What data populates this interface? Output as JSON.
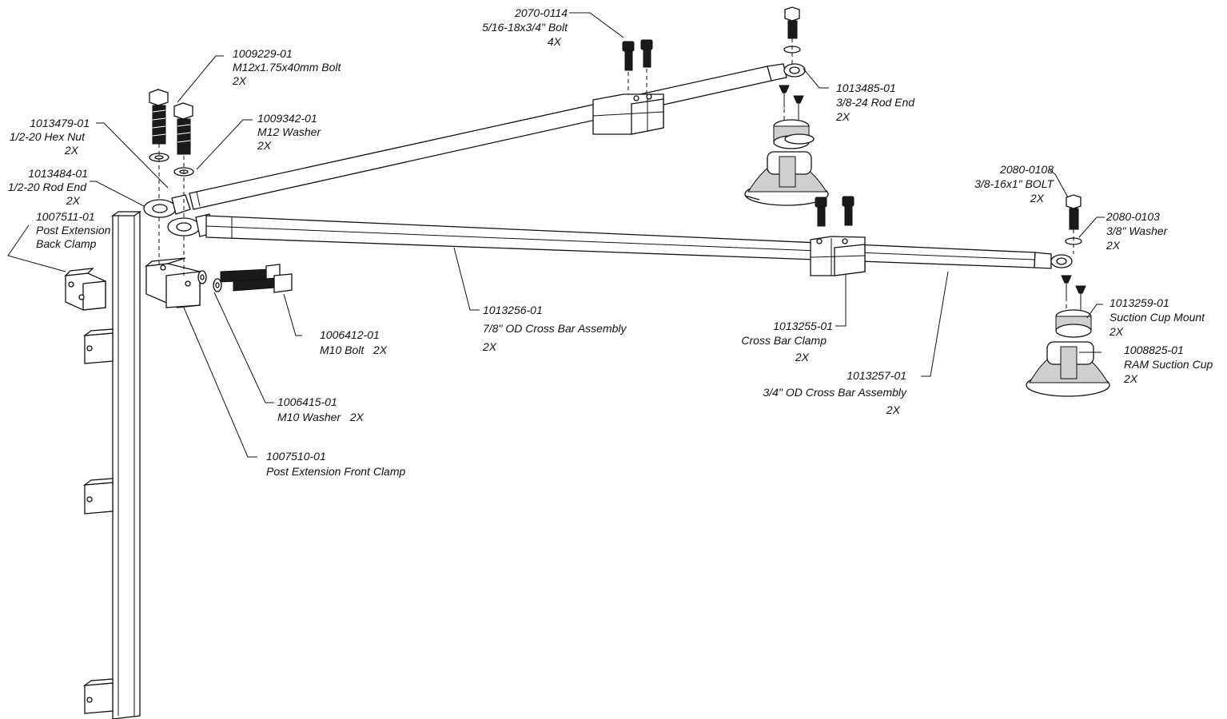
{
  "callouts": [
    {
      "id": "bolt-2070-0114",
      "lines": [
        "2070-0114",
        "5/16-18x3/4\" Bolt",
        "4X"
      ]
    },
    {
      "id": "bolt-1009229-01",
      "lines": [
        "1009229-01",
        "M12x1.75x40mm Bolt",
        "2X"
      ]
    },
    {
      "id": "washer-1009342-01",
      "lines": [
        "1009342-01",
        "M12 Washer",
        "2X"
      ]
    },
    {
      "id": "nut-1013479-01",
      "lines": [
        "1013479-01",
        "1/2-20 Hex Nut",
        "2X"
      ]
    },
    {
      "id": "rodend-1013484-01",
      "lines": [
        "1013484-01",
        "1/2-20 Rod End",
        "2X"
      ]
    },
    {
      "id": "clamp-1007511-01",
      "lines": [
        "1007511-01",
        "Post Extension",
        "Back Clamp"
      ]
    },
    {
      "id": "rodend-1013485-01",
      "lines": [
        "1013485-01",
        "3/8-24 Rod End",
        "2X"
      ]
    },
    {
      "id": "bolt-2080-0108",
      "lines": [
        "2080-0108",
        "3/8-16x1\" BOLT",
        "2X"
      ]
    },
    {
      "id": "washer-2080-0103",
      "lines": [
        "2080-0103",
        "3/8\" Washer",
        "2X"
      ]
    },
    {
      "id": "mount-1013259-01",
      "lines": [
        "1013259-01",
        "Suction Cup Mount",
        "2X"
      ]
    },
    {
      "id": "cup-1008825-01",
      "lines": [
        "1008825-01",
        "RAM Suction Cup",
        "2X"
      ]
    },
    {
      "id": "bolt-1006412-01",
      "lines": [
        "1006412-01",
        "M10 Bolt   2X"
      ]
    },
    {
      "id": "washer-1006415-01",
      "lines": [
        "1006415-01",
        "M10 Washer   2X"
      ]
    },
    {
      "id": "clamp-1007510-01",
      "lines": [
        "1007510-01",
        "Post Extension Front Clamp"
      ]
    },
    {
      "id": "bar-1013256-01",
      "lines": [
        "1013256-01",
        "7/8\" OD Cross Bar Assembly",
        "2X"
      ]
    },
    {
      "id": "clamp-1013255-01",
      "lines": [
        "1013255-01",
        "Cross Bar Clamp",
        "2X"
      ]
    },
    {
      "id": "bar-1013257-01",
      "lines": [
        "1013257-01",
        "3/4\" OD Cross Bar Assembly",
        "2X"
      ]
    }
  ]
}
